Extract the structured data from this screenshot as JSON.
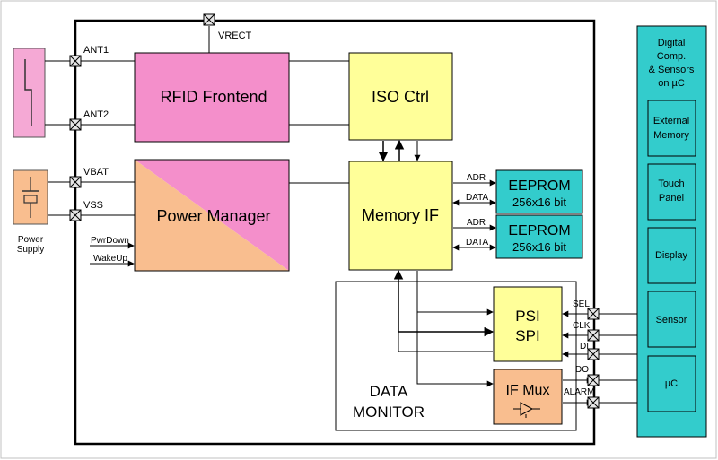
{
  "colors": {
    "pink": "#f48fcb",
    "yellow": "#ffff99",
    "teal": "#33cccc",
    "orange": "#f9be8f",
    "light_pink": "#f5a9d5",
    "line": "#000000",
    "canvas_border": "#b8b8b8"
  },
  "icons": [
    "antenna-icon",
    "battery-icon",
    "connector-pad-icon",
    "buffer-triangle-icon"
  ],
  "blocks": {
    "rfid_frontend": "RFID Frontend",
    "iso_ctrl": "ISO Ctrl",
    "power_manager": "Power Manager",
    "memory_if": "Memory IF",
    "eeprom1_title": "EEPROM",
    "eeprom1_size": "256x16 bit",
    "eeprom2_title": "EEPROM",
    "eeprom2_size": "256x16 bit",
    "psi_line1": "PSI",
    "psi_line2": "SPI",
    "if_mux": "IF Mux",
    "data_monitor_line1": "DATA",
    "data_monitor_line2": "MONITOR"
  },
  "pins": {
    "vrect": "VRECT",
    "ant1": "ANT1",
    "ant2": "ANT2",
    "vbat": "VBAT",
    "vss": "VSS",
    "pwrdown": "PwrDown",
    "wakeup": "WakeUp",
    "adr1": "ADR",
    "data1": "DATA",
    "adr2": "ADR",
    "data2": "DATA",
    "sel": "SEL",
    "clk": "CLK",
    "di": "DI",
    "do": "DO",
    "alarm": "ALARM"
  },
  "power_supply": {
    "line1": "Power",
    "line2": "Supply"
  },
  "right_panel": {
    "title_lines": [
      "Digital",
      "Comp.",
      "& Sensors",
      "on µC"
    ],
    "items": [
      {
        "lines": [
          "External",
          "Memory"
        ]
      },
      {
        "lines": [
          "Touch",
          "Panel"
        ]
      },
      {
        "lines": [
          "Display"
        ]
      },
      {
        "lines": [
          "Sensor"
        ]
      },
      {
        "lines": [
          "µC"
        ]
      }
    ]
  }
}
